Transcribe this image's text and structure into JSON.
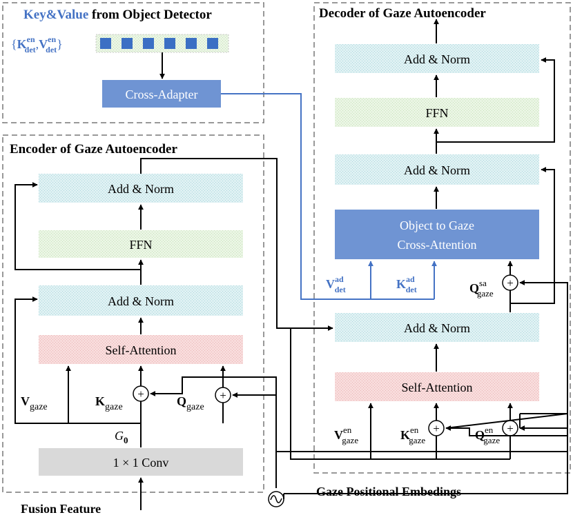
{
  "object_detector": {
    "title_kv": "Key&Value",
    "title_rest": " from Object Detector",
    "kv_open": "{",
    "k": "K",
    "k_sup": "en",
    "k_sub": "det",
    "sep": ",",
    "v": "V",
    "v_sup": "en",
    "v_sub": "det",
    "kv_close": "}",
    "token_count": 6,
    "cross_adapter": "Cross-Adapter"
  },
  "encoder": {
    "title": "Encoder of Gaze Autoencoder",
    "add_norm_top": "Add & Norm",
    "ffn": "FFN",
    "add_norm_bottom": "Add & Norm",
    "self_attention": "Self-Attention",
    "v_main": "V",
    "v_sub": "gaze",
    "k_main": "K",
    "k_sub": "gaze",
    "q_main": "Q",
    "q_sub": "gaze",
    "g_main": "G",
    "g_sub": "0",
    "conv": "1 × 1 Conv",
    "fusion_feature": "Fusion Feature"
  },
  "decoder": {
    "title": "Decoder of Gaze Autoencoder",
    "add_norm_top": "Add & Norm",
    "ffn": "FFN",
    "add_norm_mid": "Add & Norm",
    "cross_attention_line1": "Object to Gaze",
    "cross_attention_line2": "Cross-Attention",
    "v_ad_main": "V",
    "v_ad_sup": "ad",
    "v_ad_sub": "det",
    "k_ad_main": "K",
    "k_ad_sup": "ad",
    "k_ad_sub": "det",
    "q_sa_main": "Q",
    "q_sa_sup": "sa",
    "q_sa_sub": "gaze",
    "add_norm_bottom": "Add & Norm",
    "self_attention": "Self-Attention",
    "v_en_main": "V",
    "v_en_sup": "en",
    "v_en_sub": "gaze",
    "k_en_main": "K",
    "k_en_sup": "en",
    "k_en_sub": "gaze",
    "q_en_main": "Q",
    "q_en_sup": "en",
    "q_en_sub": "gaze"
  },
  "positional": {
    "label": "Gaze Positional Embedings"
  },
  "colors": {
    "blue": "#4472c4",
    "block_blue": "#6f94d3",
    "cyan": "#d8eef0",
    "green": "#e4f2de",
    "pink": "#f6d7d7",
    "gray": "#d9d9d9",
    "token": "#3b6fc4"
  }
}
